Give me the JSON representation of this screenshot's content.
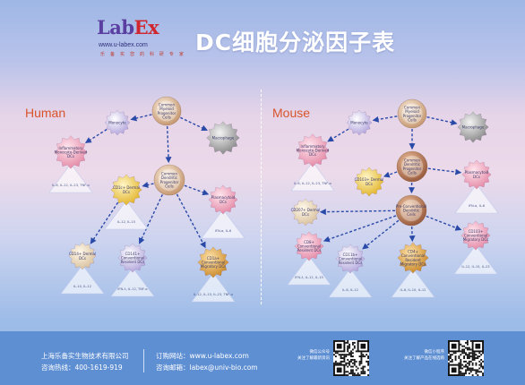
{
  "logo": {
    "brand_part1": "Lab",
    "brand_part2": "Ex",
    "url": "www.u-labex.com",
    "tagline": "乐 备 实 您 的 科 研 专 家"
  },
  "title": "DC细胞分泌因子表",
  "panels": {
    "human": {
      "title": "Human"
    },
    "mouse": {
      "title": "Mouse"
    }
  },
  "colors": {
    "accent": "#d8542b",
    "footer_bg": "#5f8fd3",
    "arrow": "#2a4aa8",
    "title_text": "#ffffff"
  },
  "nodes": {
    "h_cmp": "Common Myeloid Progenitor Cells",
    "h_monocyte": "Monocyte",
    "h_inflam": "Inflammatory Monocyte-Derived DCs",
    "h_macro": "Macrophage",
    "h_cdp": "Common Dendritic Progenitor Cells",
    "h_cd1c": "CD1c+ Dermal DCs",
    "h_pdc": "Plasmacytoid DCs",
    "h_cd14": "CD14+ Dermal DCs",
    "h_cd141": "CD141+ Conventional Resident DCs",
    "h_cd1a": "CD1a+ Conventional Migratory DCs",
    "m_cmp": "Common Myeloid Progenitor Cells",
    "m_monocyte": "Monocyte",
    "m_inflam": "Inflammatory Monocyte-Derived DCs",
    "m_macro": "Macrophage",
    "m_cdp": "Common Dendritic Progenitor Cells",
    "m_pdc": "Plasmacytoid DCs",
    "m_cd103": "CD103+ Dermal DCs",
    "m_prec": "Pre-Conventional Dendritic Cells",
    "m_cd207": "CD207+ Dermal DCs",
    "m_cd8": "CD8+ Conventional Resident DCs",
    "m_cd11b": "CD11b+ Conventional Resident DCs",
    "m_cd4": "CD4+ Conventional Resident Migratory DCs",
    "m_cd103mig": "CD103+ Conventional Migratory DCs"
  },
  "factors": {
    "h_inflam": "IL-6, IL-12, IL-23, TNF-α",
    "h_cd1c": "IL-12, IL-15",
    "h_pdc": "IFN-α, IL-6",
    "h_cd14": "IL-10, IL-12",
    "h_cd141": "IFN-λ, IL-12, TNF-α",
    "h_cd1a": "IL-12, IL-15, IL-23, TNF-α",
    "m_inflam": "IL-6, IL-12, IL-23, TNF-α",
    "m_pdc": "IFN-α, IL-6",
    "m_cd8": "IFN-λ, IL-12, IL-15",
    "m_cd11b": "IL-6, IL-12",
    "m_cd4": "IL-6, IL-10, IL-12",
    "m_cd103mig": "IL-12, IL-15, IL-23"
  },
  "footer": {
    "company": "上海乐备实生物技术有限公司",
    "hotline": "咨询热线：400-1619-919",
    "website": "订购网站：www.u-labex.com",
    "email": "咨询邮箱：labex@univ-bio.com",
    "qr1_caption_1": "微信公众号",
    "qr1_caption_2": "关注了解最新资讯",
    "qr2_caption_1": "微信小程序",
    "qr2_caption_2": "关注了解产品在线选购"
  }
}
